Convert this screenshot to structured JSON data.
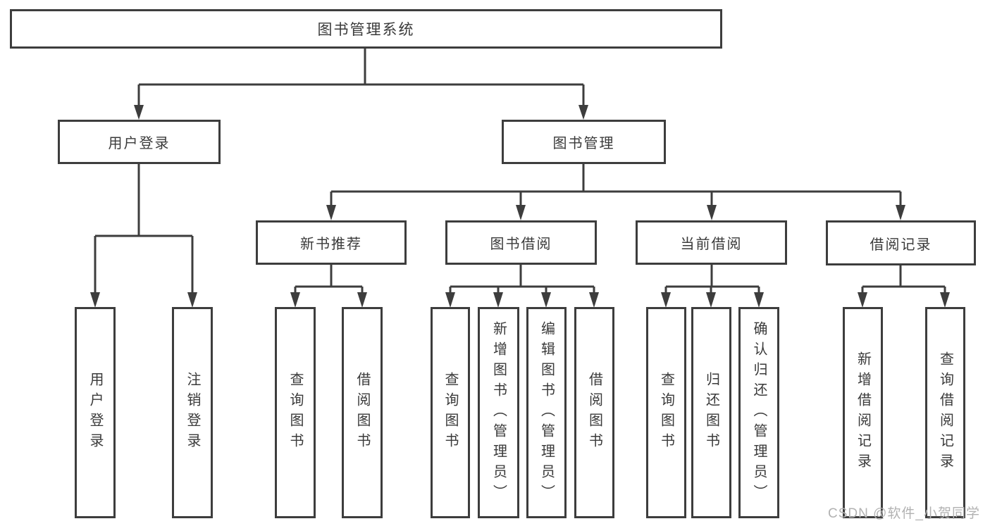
{
  "diagram": {
    "root": {
      "label": "图书管理系统"
    },
    "branches": [
      {
        "id": "user-login",
        "label": "用户登录"
      },
      {
        "id": "book-management",
        "label": "图书管理"
      }
    ],
    "sections": [
      {
        "id": "new-book-recommendation",
        "label": "新书推荐"
      },
      {
        "id": "book-borrowing",
        "label": "图书借阅"
      },
      {
        "id": "current-borrowing",
        "label": "当前借阅"
      },
      {
        "id": "borrowing-records",
        "label": "借阅记录"
      }
    ],
    "leaves": [
      {
        "parent": "user-login",
        "label": "用户登录"
      },
      {
        "parent": "user-login",
        "label": "注销登录"
      },
      {
        "parent": "new-book-recommendation",
        "label": "查询图书"
      },
      {
        "parent": "new-book-recommendation",
        "label": "借阅图书"
      },
      {
        "parent": "book-borrowing",
        "label": "查询图书"
      },
      {
        "parent": "book-borrowing",
        "label": "新增图书（管理员）"
      },
      {
        "parent": "book-borrowing",
        "label": "编辑图书（管理员）"
      },
      {
        "parent": "book-borrowing",
        "label": "借阅图书"
      },
      {
        "parent": "current-borrowing",
        "label": "查询图书"
      },
      {
        "parent": "current-borrowing",
        "label": "归还图书"
      },
      {
        "parent": "current-borrowing",
        "label": "确认归还（管理员）"
      },
      {
        "parent": "borrowing-records",
        "label": "新增借阅记录"
      },
      {
        "parent": "borrowing-records",
        "label": "查询借阅记录"
      }
    ]
  },
  "watermark": {
    "text": "CSDN @软件_小贺同学"
  },
  "colors": {
    "line": "#3d3d3d",
    "text": "#3a3a3a",
    "background": "#ffffff",
    "watermark": "#b2b2b2"
  }
}
